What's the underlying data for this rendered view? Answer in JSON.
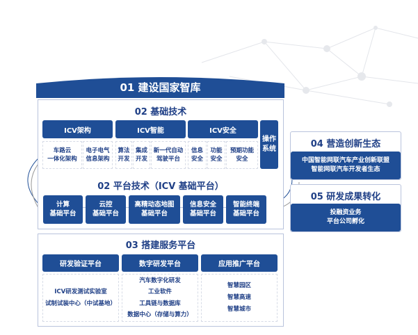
{
  "colors": {
    "primary": "#1f4e96",
    "title": "#1f3f86",
    "border": "#b9c3dc"
  },
  "s01": {
    "title": "01 建设国家智库"
  },
  "s02": {
    "title": "02 基础技术",
    "groups": [
      {
        "label": "ICV架构",
        "items": [
          "车路云\n一体化架构",
          "电子电气\n信息架构"
        ]
      },
      {
        "label": "ICV智能",
        "items": [
          "算法\n开发",
          "集成\n开发",
          "新一代自动\n驾驶平台"
        ]
      },
      {
        "label": "ICV安全",
        "items": [
          "信息\n安全",
          "功能\n安全",
          "预期功能\n安全"
        ]
      }
    ],
    "os": "操作\n系统"
  },
  "platform": {
    "title": "02 平台技术（ICV 基础平台）",
    "items": [
      "计算\n基础平台",
      "云控\n基础平台",
      "高精动态地图\n基础平台",
      "信息安全\n基础平台",
      "智能终端\n基础平台"
    ]
  },
  "s03": {
    "title": "03 搭建服务平台",
    "cols": [
      {
        "label": "研发验证平台",
        "items": [
          "ICV研发测试实验室",
          "试制试装中心（中试基地）"
        ]
      },
      {
        "label": "数字研发平台",
        "items": [
          "汽车数字化研发",
          "工业软件",
          "工具链与数据库",
          "数据中心（存储与算力）"
        ]
      },
      {
        "label": "应用推广平台",
        "items": [
          "智慧园区",
          "智慧高速",
          "智慧城市"
        ]
      }
    ]
  },
  "s04": {
    "title": "04 营造创新生态",
    "body": "中国智能网联汽车产业创新联盟\n智能网联汽车开发者生态"
  },
  "s05": {
    "title": "05 研发成果转化",
    "body": "投融资业务\n平台公司孵化"
  }
}
